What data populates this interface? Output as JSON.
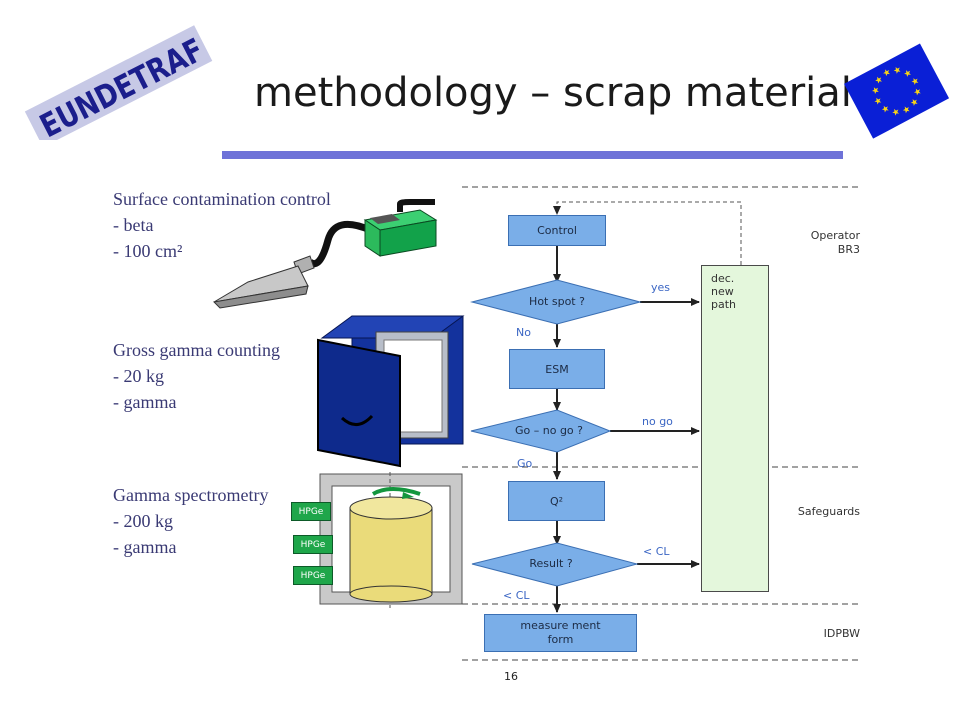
{
  "slide": {
    "title": "methodology – scrap material",
    "page_number": "16",
    "logo_text": "EUNDETRAF",
    "flag_icon": "eu-flag-icon"
  },
  "left_text": {
    "block1": [
      "Surface contamination control",
      "- beta",
      "- 100 cm²"
    ],
    "block2": [
      "Gross gamma counting",
      "- 20 kg",
      "- gamma"
    ],
    "block3": [
      "Gamma spectrometry",
      "- 200 kg",
      "- gamma"
    ]
  },
  "detectors": [
    "HPGe",
    "HPGe",
    "HPGe"
  ],
  "flowchart": {
    "control": "Control",
    "hot_spot": "Hot spot ?",
    "esm": "ESM",
    "go_no_go": "Go – no go ?",
    "q2": "Q²",
    "result": "Result ?",
    "measurement": [
      "measure ment",
      "form"
    ],
    "dec_box": [
      "dec.",
      "new",
      "path"
    ],
    "labels": {
      "yes": "yes",
      "no": "No",
      "no_go": "no go",
      "go": "Go",
      "lt_cl_right": "< CL",
      "lt_cl_down": "< CL"
    }
  },
  "zones": {
    "operator": [
      "Operator",
      "BR3"
    ],
    "safeguards": "Safeguards",
    "idpbw": "IDPBW"
  },
  "colors": {
    "title_rule": "#6e72d8",
    "flow_box": "#7aaee8",
    "dec_box": "#e4f7dc",
    "cabinet": "#0e2a8c",
    "detector": "#1fa64a",
    "body_text": "#3a3a74"
  }
}
